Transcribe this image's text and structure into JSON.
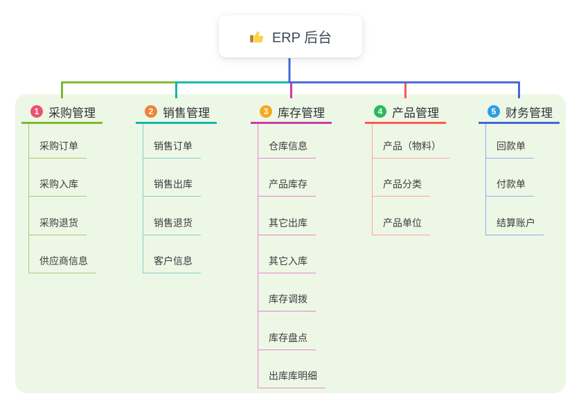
{
  "root": {
    "label": "ERP 后台",
    "icon": "thumbs-up-icon"
  },
  "canvas": {
    "background": "#ffffff",
    "panel_color": "#edf7e6",
    "trunk_color": "#4565d8"
  },
  "branches": [
    {
      "num": "1",
      "title": "采购管理",
      "badge_color": "#ef5170",
      "line_color": "#7cb92e",
      "child_line_color": "#a6cd68",
      "children": [
        "采购订单",
        "采购入库",
        "采购退货",
        "供应商信息"
      ]
    },
    {
      "num": "2",
      "title": "销售管理",
      "badge_color": "#ef8336",
      "line_color": "#14b6a8",
      "child_line_color": "#7cd2c6",
      "children": [
        "销售订单",
        "销售出库",
        "销售退货",
        "客户信息"
      ]
    },
    {
      "num": "3",
      "title": "库存管理",
      "badge_color": "#f8a81e",
      "line_color": "#c53dab",
      "child_line_color": "#ec7ecd",
      "children": [
        "仓库信息",
        "产品库存",
        "其它出库",
        "其它入库",
        "库存调拨",
        "库存盘点",
        "出库库明细"
      ]
    },
    {
      "num": "4",
      "title": "产品管理",
      "badge_color": "#28b95d",
      "line_color": "#fd5853",
      "child_line_color": "#ffa09b",
      "children": [
        "产品（物料）",
        "产品分类",
        "产品单位"
      ]
    },
    {
      "num": "5",
      "title": "财务管理",
      "badge_color": "#2d9fe0",
      "line_color": "#4565d8",
      "child_line_color": "#93a8e8",
      "children": [
        "回款单",
        "付款单",
        "结算账户"
      ]
    }
  ]
}
